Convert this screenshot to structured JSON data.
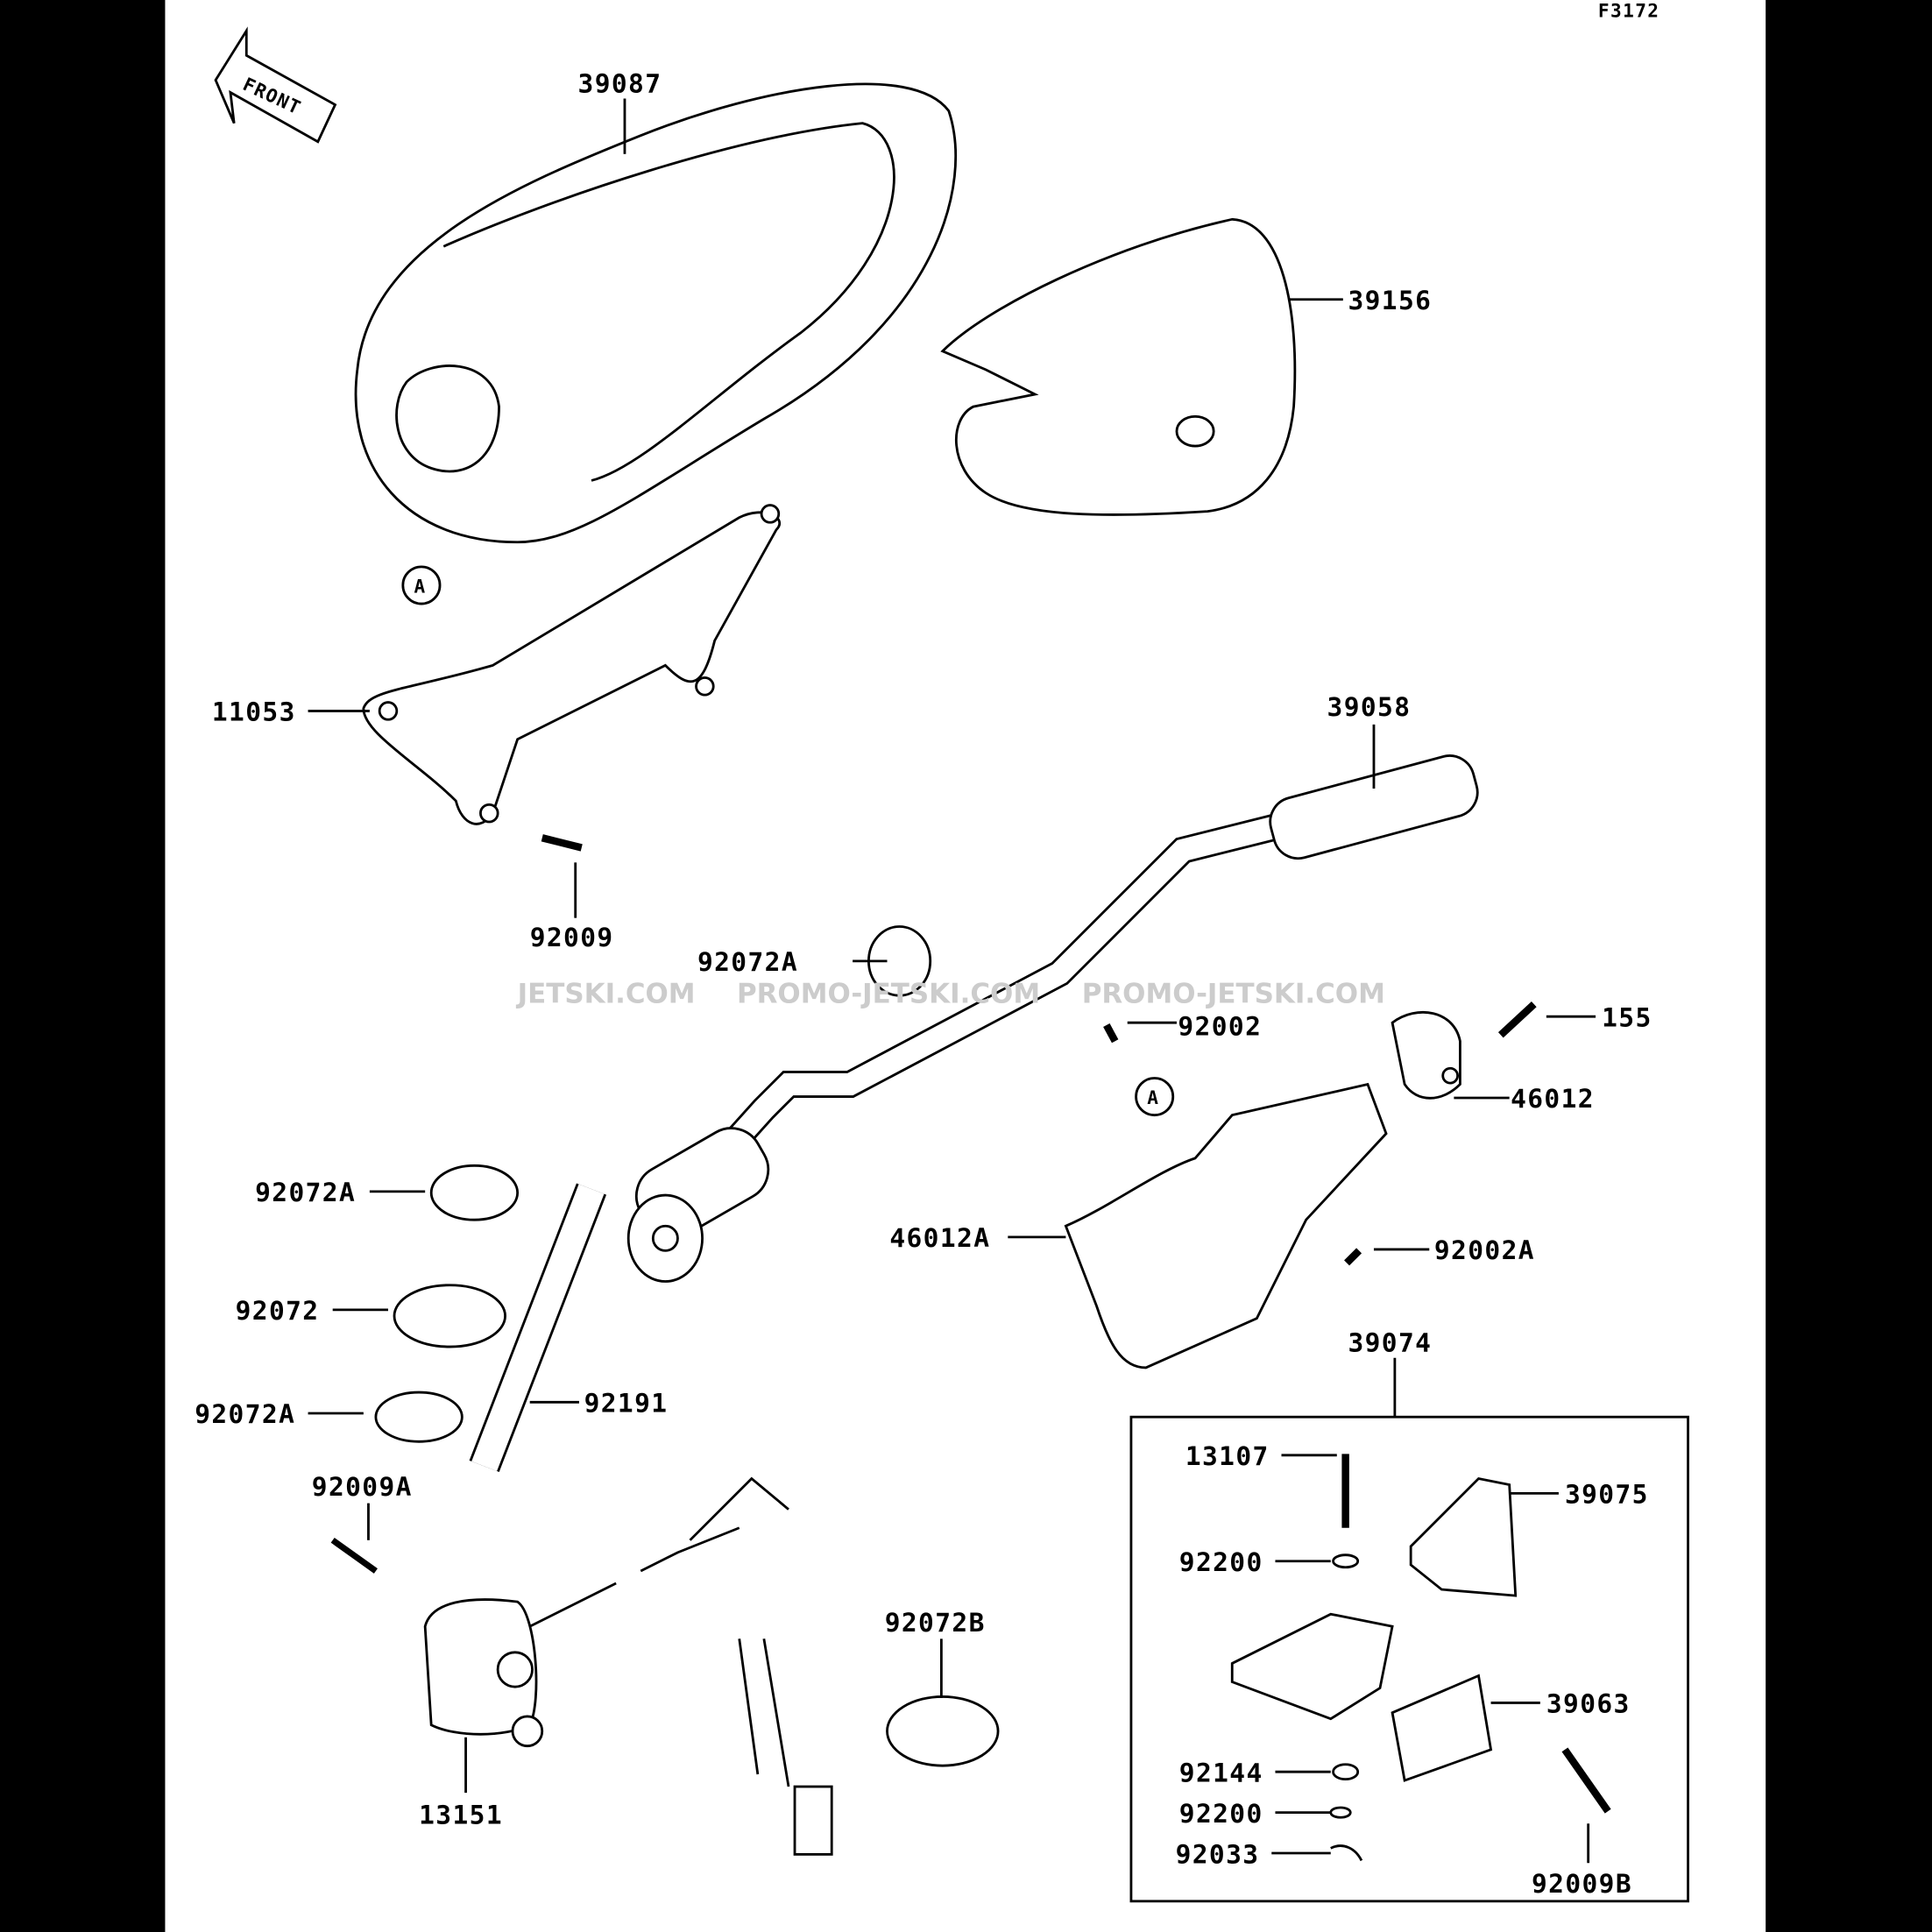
{
  "figure_code": "F3172",
  "front_arrow_label": "FRONT",
  "reference_marker": "A",
  "watermark": [
    "JETSKI.COM",
    "PROMO-JETSKI.COM",
    "PROMO-JETSKI.COM"
  ],
  "parts": {
    "seat_cover": "39087",
    "cover_right": "39156",
    "bracket": "11053",
    "bolt": "92009",
    "handlebar": "39058",
    "band_top": "92072A",
    "bolt_holder": "92002",
    "bolt_155": "155",
    "holder": "46012",
    "band_a1": "92072A",
    "holder_a": "46012A",
    "bolt_a": "92002A",
    "band": "92072",
    "lever_assy": "39074",
    "band_a2": "92072A",
    "tube": "92191",
    "bolt_switch": "92009A",
    "pin": "13107",
    "lever": "39075",
    "washer1": "92200",
    "band_b": "92072B",
    "cap": "39063",
    "spring": "92144",
    "switch": "13151",
    "washer2": "92200",
    "circlip": "92033",
    "screw_b": "92009B"
  }
}
